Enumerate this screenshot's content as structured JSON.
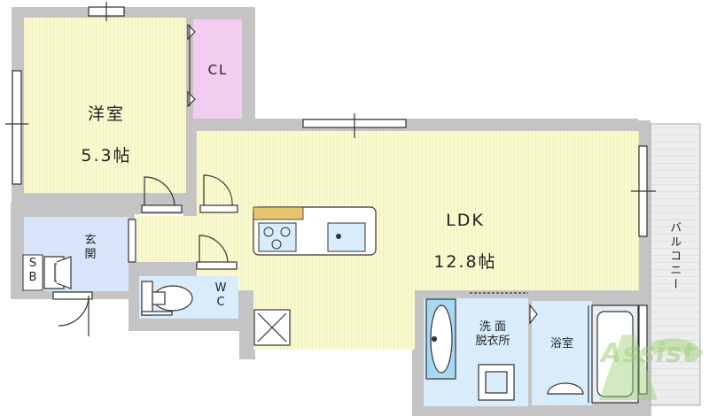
{
  "rooms": {
    "western_room": {
      "name": "洋室",
      "size": "5.3帖"
    },
    "closet": {
      "name": "CL"
    },
    "ldk": {
      "name": "LDK",
      "size": "12.8帖"
    },
    "entrance": {
      "name": "玄\n関"
    },
    "shoe_box": {
      "name": "S\nB"
    },
    "toilet": {
      "name": "W\nC"
    },
    "washroom": {
      "name": "洗 面\n脱衣所"
    },
    "bathroom": {
      "name": "浴室"
    },
    "balcony": {
      "name": "バルコニー"
    }
  },
  "logo": {
    "text": "Assist"
  },
  "colors": {
    "wall": "#c4c4c4",
    "room_fill": "#fafad0",
    "room_stripe": "#efefb8",
    "closet_fill": "#f3cdf0",
    "entrance_fill": "#d8e4fa",
    "wet_fill": "#d8ecfc",
    "fixture_blue": "#a8d8f4",
    "balcony_fill": "#ececec",
    "counter": "#e8c46a",
    "logo_green": "#9ccf76"
  }
}
